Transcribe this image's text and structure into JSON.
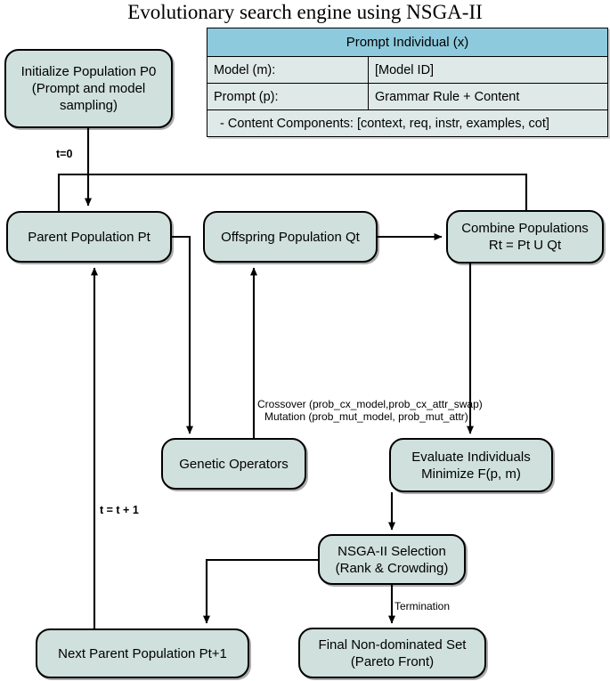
{
  "title": "Evolutionary search engine using NSGA-II",
  "colors": {
    "node_fill": "#cfe0dd",
    "node_stroke": "#000000",
    "table_header_fill": "#8ecadd",
    "table_body_fill": "#dfe9e7",
    "edge_stroke": "#000000",
    "page_background": "#ffffff"
  },
  "prompt_table": {
    "header": "Prompt Individual (x)",
    "rows": [
      {
        "key": "Model (m):",
        "value": "[Model ID]"
      },
      {
        "key": "Prompt (p):",
        "value": "Grammar Rule + Content"
      }
    ],
    "footer": "- Content Components: [context, req, instr, examples, cot]"
  },
  "nodes": {
    "initialize": "Initialize Population P0\n(Prompt and model\nsampling)",
    "parent_population": "Parent Population Pt",
    "offspring_population": "Offspring Population Qt",
    "combine_populations": "Combine Populations\nRt = Pt U Qt",
    "genetic_operators": "Genetic Operators",
    "evaluate_individuals": "Evaluate Individuals\nMinimize F(p, m)",
    "nsga_selection": "NSGA-II Selection\n(Rank & Crowding)",
    "next_parent_population": "Next Parent Population Pt+1",
    "final_set": "Final Non-dominated Set\n(Pareto Front)"
  },
  "edge_labels": {
    "t_zero": "t=0",
    "crossover": "Crossover (prob_cx_model,prob_cx_attr_swap)",
    "mutation": "Mutation (prob_mut_model, prob_mut_attr)",
    "t_increment": "t = t + 1",
    "termination": "Termination"
  }
}
